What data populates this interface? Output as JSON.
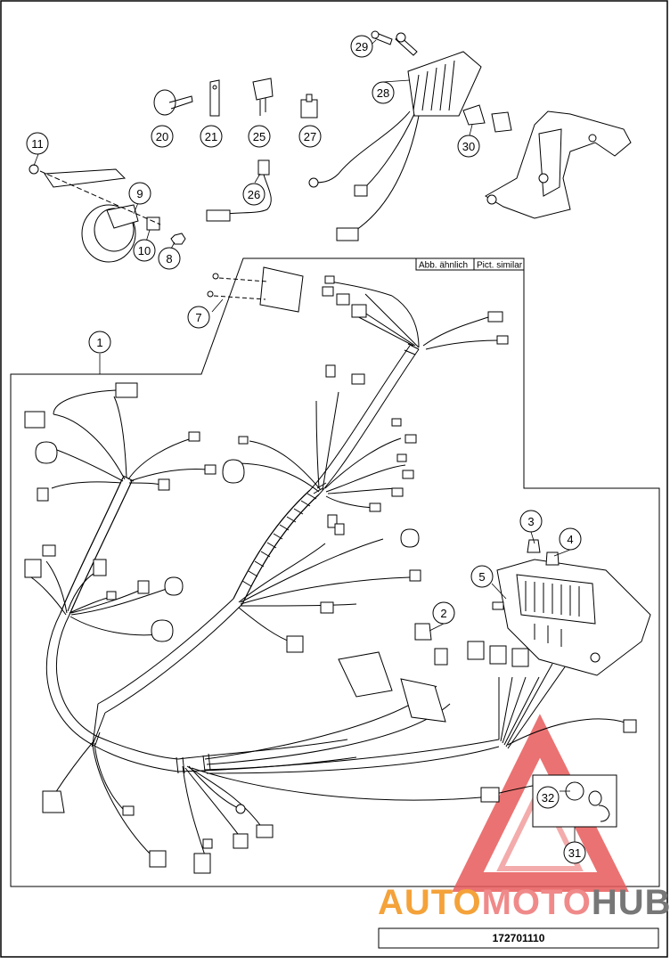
{
  "document": {
    "part_code": "172701110",
    "note_de": "Abb. ähnlich",
    "note_en": "Pict. similar"
  },
  "callouts": [
    "1",
    "2",
    "3",
    "4",
    "5",
    "7",
    "8",
    "9",
    "10",
    "11",
    "20",
    "21",
    "25",
    "26",
    "27",
    "28",
    "29",
    "30",
    "31",
    "32"
  ],
  "watermark": {
    "part_a": "AUTO",
    "part_b": "MOTO",
    "part_c": "HUB",
    "color_a": "#f4a23a",
    "color_b": "#f08a8a",
    "color_c": "#777777",
    "triangle_color": "#e85a5a"
  }
}
